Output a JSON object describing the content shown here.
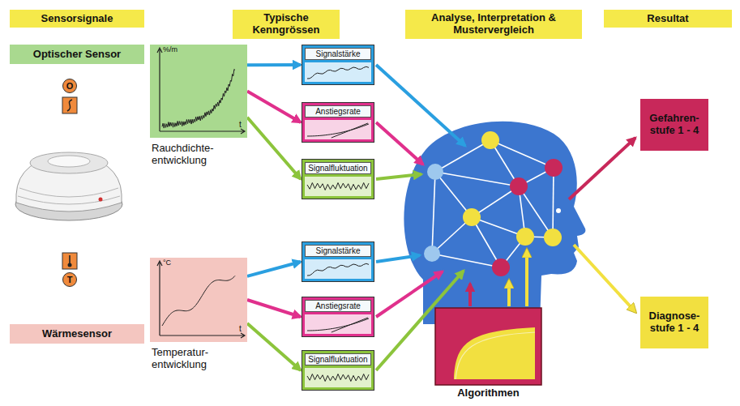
{
  "diagram": {
    "nodes": [
      {
        "text": [
          "Sensorsignale"
        ]
      },
      {
        "text": [
          "Typische Kenngrössen"
        ]
      },
      {
        "text": [
          "Analyse, Interpretation & Mustervergleich"
        ]
      },
      {
        "text": [
          "Resultat"
        ]
      },
      {
        "text": [
          "Optischer Sensor"
        ]
      },
      {
        "text": [
          "O"
        ]
      },
      {
        "text": [
          "%/m",
          "t",
          "Rauchdichte- entwicklung"
        ]
      },
      {
        "text": [
          "Signalstärke"
        ]
      },
      {
        "text": [
          "Anstiegsrate"
        ]
      },
      {
        "text": [
          "Signalfluktuation"
        ]
      },
      {
        "text": [
          "Gefahren- stufe 1 - 4"
        ]
      },
      {
        "text": [
          "T"
        ]
      },
      {
        "text": [
          "Wärmesensor"
        ]
      },
      {
        "text": [
          "°C",
          "t",
          "Temperatur- entwicklung"
        ]
      },
      {
        "text": [
          "Signalstärke"
        ]
      },
      {
        "text": [
          "Anstiegsrate"
        ]
      },
      {
        "text": [
          "Signalfluktuation"
        ]
      },
      {
        "text": [
          "Diagnose- stufe 1 - 4"
        ]
      },
      {
        "text": [
          "Algorithmen"
        ]
      }
    ],
    "edges": [
      {
        "from": 6,
        "to": 7,
        "arrow": "to"
      },
      {
        "from": 6,
        "to": 8,
        "arrow": "to"
      },
      {
        "from": 6,
        "to": 9,
        "arrow": "to"
      },
      {
        "from": 13,
        "to": 14,
        "arrow": "to"
      },
      {
        "from": 13,
        "to": 15,
        "arrow": "to"
      },
      {
        "from": 13,
        "to": 16,
        "arrow": "to"
      }
    ]
  }
}
